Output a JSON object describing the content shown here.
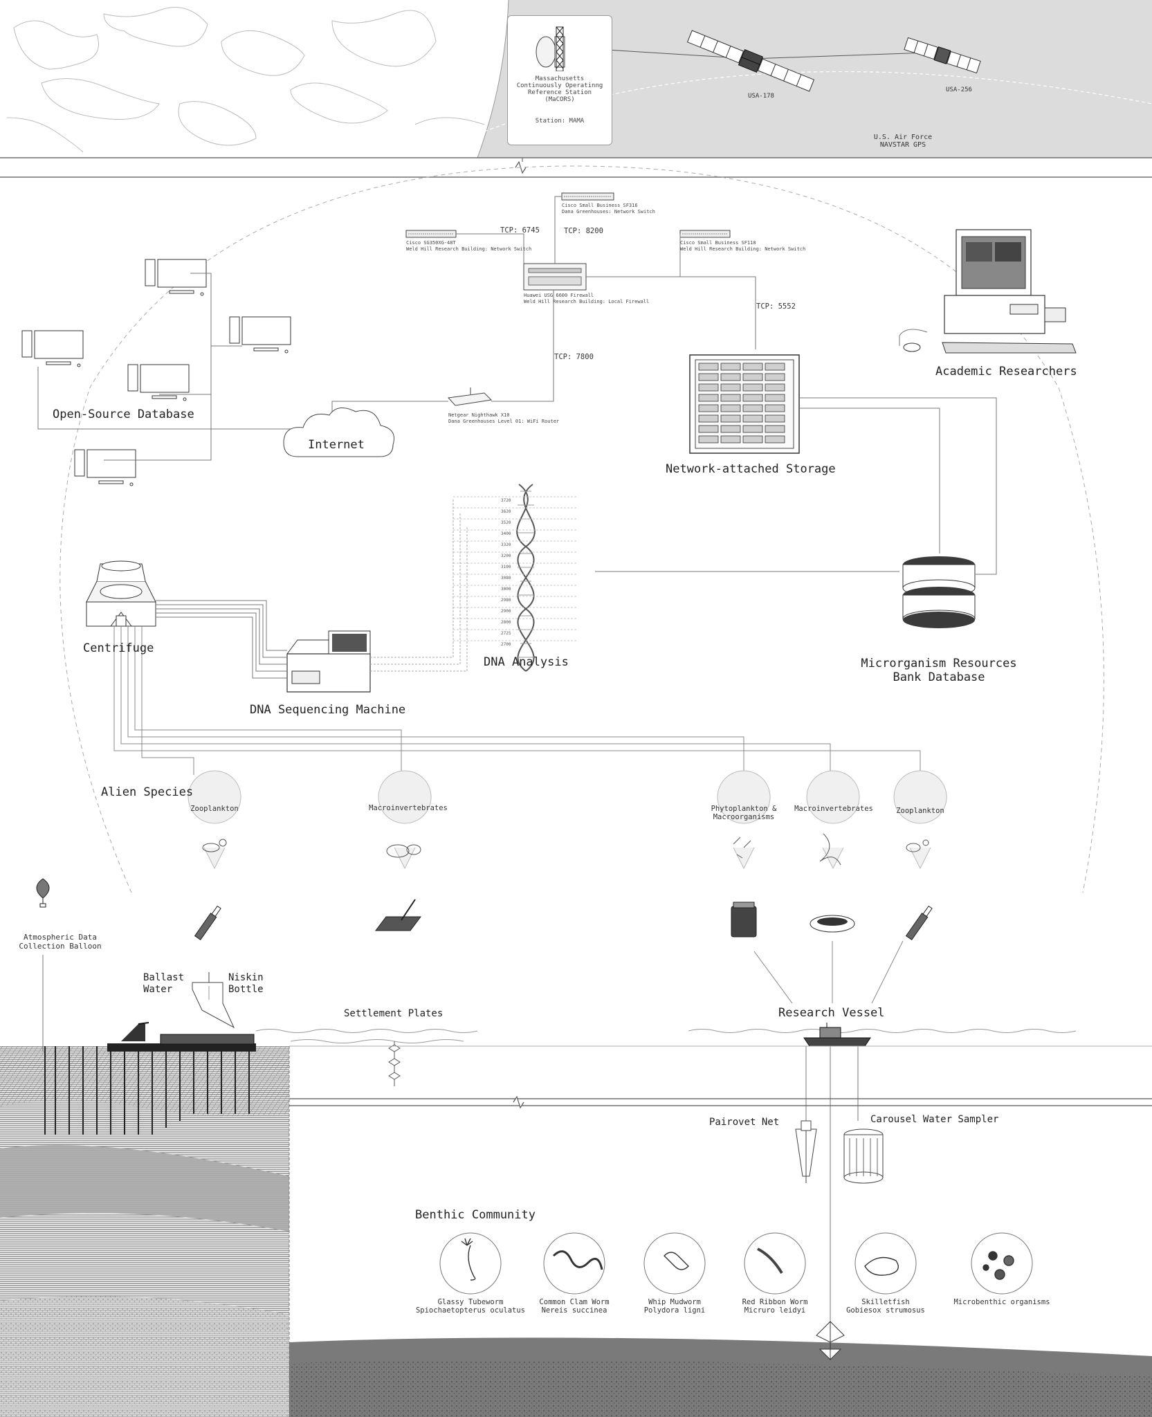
{
  "satellites": {
    "station_name": "Massachusetts\nContinuously Operatinng\nReference Station\n(MaCORS)",
    "station_id": "Station: MAMA",
    "sat1": "USA-178",
    "sat2": "USA-256",
    "constellation": "U.S. Air Force\nNAVSTAR GPS"
  },
  "network": {
    "switch_top": "Cisco Small Business SF316\nDana Greenhouses: Network Switch",
    "switch_left": "Cisco SG350XG-48T\nWeld Hill Research Building: Network Switch",
    "switch_right": "Cisco Small Business SF110\nWeld Hill Research Building: Network Switch",
    "firewall": "Huawei USG 6600 Firewall\nWeld Hill Research Building: Local Firewall",
    "router": "Netgear Nighthawk X10\nDana Greenhouses Level 01: WiFi Router",
    "tcp_a": "TCP: 6745",
    "tcp_b": "TCP: 8200",
    "tcp_c": "TCP: 5552",
    "tcp_d": "TCP: 7800"
  },
  "nodes": {
    "open_source_db": "Open-Source Database",
    "internet": "Internet",
    "nas": "Network-attached Storage",
    "academic": "Academic Researchers",
    "centrifuge": "Centrifuge",
    "sequencer": "DNA Sequencing Machine",
    "dna_analysis": "DNA Analysis",
    "bank_db": "Microrganism Resources\nBank Database"
  },
  "samples": {
    "alien_species": "Alien Species",
    "zoo_left": "Zooplankton",
    "macro_left": "Macroinvertebrates",
    "phyto": "Phytoplankton &\nMacroorganisms",
    "macro_right": "Macroinvertebrates",
    "zoo_right": "Zooplankton"
  },
  "field": {
    "balloon": "Atmospheric Data\nCollection Balloon",
    "ballast": "Ballast\nWater",
    "niskin": "Niskin\nBottle",
    "settlement": "Settlement Plates",
    "vessel": "Research Vessel",
    "pairovet": "Pairovet Net",
    "carousel": "Carousel Water Sampler"
  },
  "benthic": {
    "title": "Benthic Community",
    "items": [
      {
        "common": "Glassy Tubeworm",
        "latin": "Spiochaetopterus oculatus"
      },
      {
        "common": "Common Clam Worm",
        "latin": "Nereis succinea"
      },
      {
        "common": "Whip Mudworm",
        "latin": "Polydora ligni"
      },
      {
        "common": "Red Ribbon Worm",
        "latin": "Micruro leidyi"
      },
      {
        "common": "Skilletfish",
        "latin": "Gobiesox strumosus"
      },
      {
        "common": "Microbenthic organisms",
        "latin": ""
      }
    ]
  },
  "dna_ticks": [
    "3720",
    "3620",
    "3520",
    "3400",
    "3320",
    "3200",
    "3100",
    "3080",
    "3000",
    "2980",
    "2900",
    "2800",
    "2725",
    "2700"
  ],
  "palette": {
    "sky": "#dcdcdc",
    "line": "#555555",
    "ground": "#7a7a7a",
    "deep_ground": "#4a4a4a",
    "db_disc": "#3a3a3a"
  }
}
